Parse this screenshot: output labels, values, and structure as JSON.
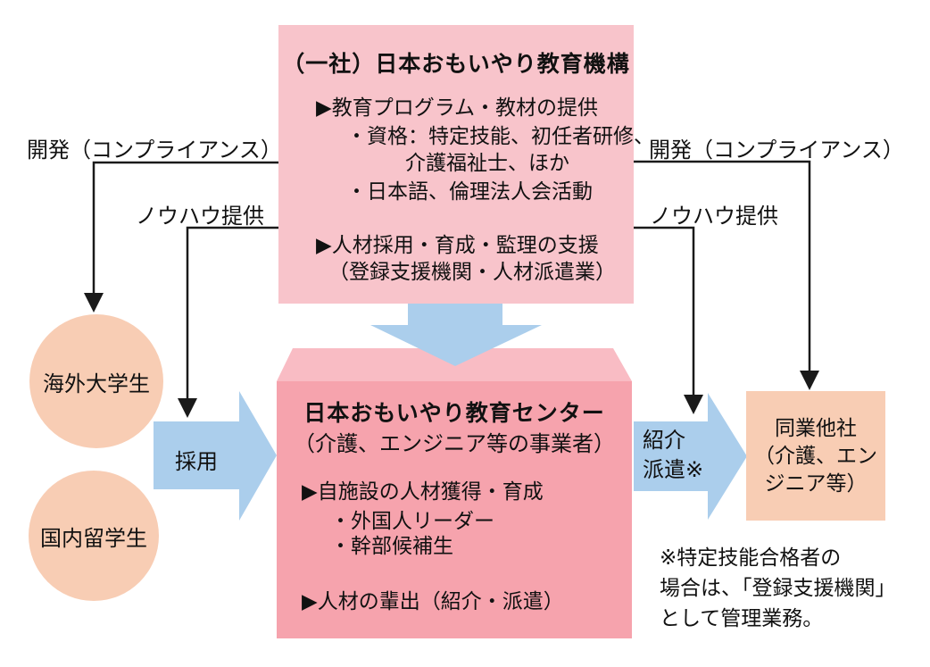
{
  "colors": {
    "top_box_pink": "#f8c4cb",
    "center_box_pink": "#f6a3ad",
    "center_box_top_face_pink": "#f9bcc4",
    "peach": "#f8cdb4",
    "arrow_blue": "#abceec",
    "line_black": "#1a1a1a"
  },
  "top_box": {
    "title": "（一社）日本おもいやり教育機構",
    "items": [
      "▶教育プログラム・教材の提供",
      "・資格：特定技能、初任者研修、",
      "介護福祉士、ほか",
      "・日本語、倫理法人会活動",
      "▶人材採用・育成・監理の支援",
      "（登録支援機関・人材派遣業）"
    ]
  },
  "center_box": {
    "title": "日本おもいやり教育センター",
    "subtitle": "（介護、エンジニア等の事業者）",
    "items": [
      "▶自施設の人材獲得・育成",
      "・外国人リーダー",
      "・幹部候補生",
      "▶人材の輩出（紹介・派遣）"
    ]
  },
  "left_circles": [
    {
      "label": "海外大学生"
    },
    {
      "label": "国内留学生"
    }
  ],
  "right_box": {
    "line1": "同業他社",
    "line2": "（介護、エン",
    "line3": "ジニア等）"
  },
  "labels": {
    "dev_left": "開発（コンプライアンス）",
    "knowhow_left": "ノウハウ提供",
    "dev_right": "開発（コンプライアンス）",
    "knowhow_right": "ノウハウ提供",
    "hire": "採用",
    "referral_line1": "紹介",
    "referral_line2": "派遣※"
  },
  "footnote": {
    "line1": "※特定技能合格者の",
    "line2": "場合は、「登録支援機関」",
    "line3": "として管理業務。"
  }
}
